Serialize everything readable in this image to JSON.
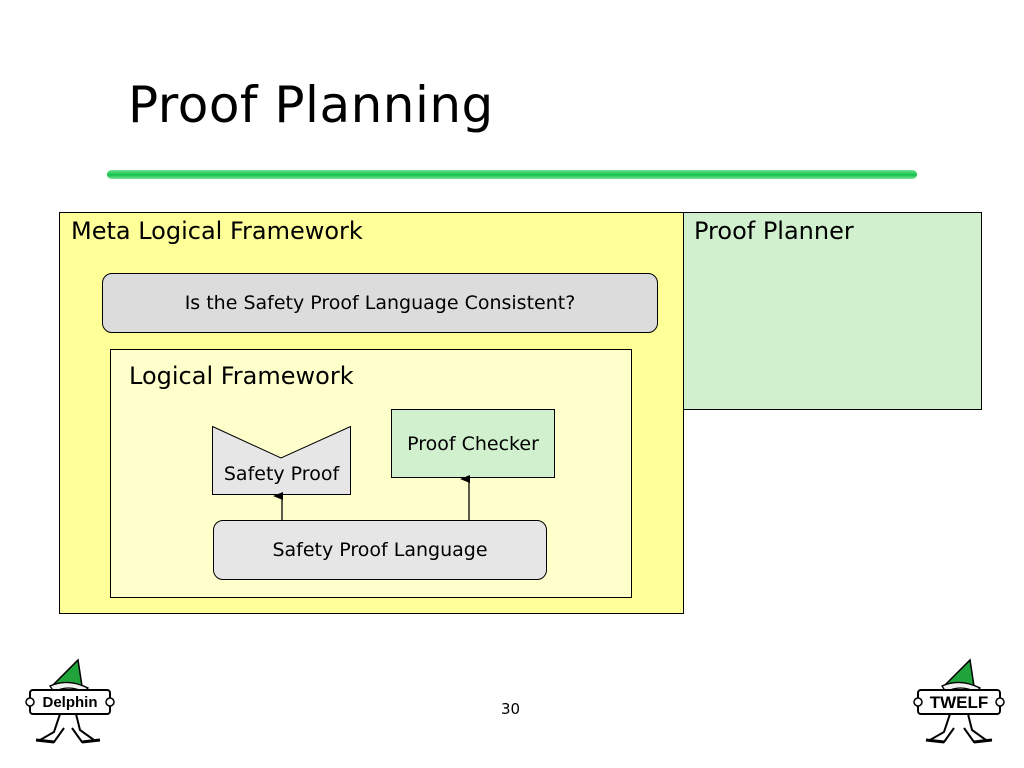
{
  "slide": {
    "title": "Proof Planning",
    "page_number": "30"
  },
  "diagram": {
    "meta_framework": {
      "label": "Meta Logical Framework"
    },
    "proof_planner": {
      "label": "Proof Planner"
    },
    "consistency_question": {
      "label": "Is the Safety Proof Language Consistent?"
    },
    "logical_framework": {
      "label": "Logical Framework"
    },
    "safety_proof": {
      "label": "Safety Proof"
    },
    "proof_checker": {
      "label": "Proof Checker"
    },
    "safety_proof_language": {
      "label": "Safety Proof Language"
    }
  },
  "logos": {
    "left": {
      "text": "Delphin",
      "icon": "delphin-elf-logo"
    },
    "right": {
      "text": "TWELF",
      "icon": "twelf-elf-logo"
    }
  },
  "colors": {
    "meta_framework_fill": "#ffff99",
    "logical_framework_fill": "#ffffcc",
    "planner_fill": "#d1f0cd",
    "title_rule": "#12c24a",
    "logo_green": "#1fa33a"
  }
}
